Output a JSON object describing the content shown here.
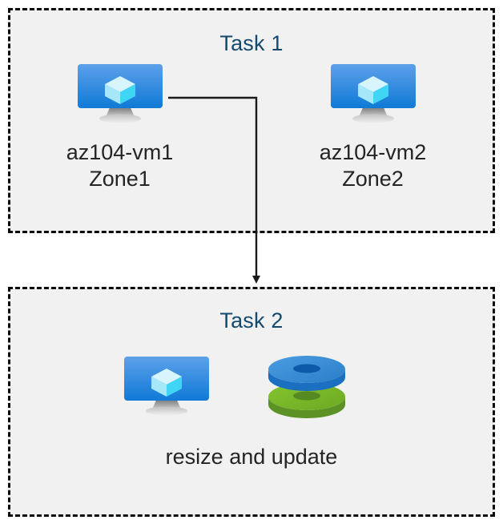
{
  "diagram": {
    "title": "",
    "background_color": "#ffffff",
    "group_fill_color": "#f1f1f1",
    "group_border_color": "#0a0a0a",
    "title_color": "#13496f",
    "label_color": "#242424",
    "connector_color": "#1a1a1a"
  },
  "groups": [
    {
      "id": "task1",
      "title": "Task 1",
      "nodes": [
        {
          "id": "vm1",
          "icon": "azure-virtual-machine-icon",
          "caption": "az104-vm1\nZone1",
          "name": "az104-vm1",
          "zone": "Zone1"
        },
        {
          "id": "vm2",
          "icon": "azure-virtual-machine-icon",
          "caption": "az104-vm2\nZone2",
          "name": "az104-vm2",
          "zone": "Zone2"
        }
      ]
    },
    {
      "id": "task2",
      "title": "Task 2",
      "nodes": [
        {
          "id": "vm-resize",
          "icon": "azure-virtual-machine-icon",
          "caption": "",
          "name": "virtual machine"
        },
        {
          "id": "disks",
          "icon": "azure-disks-icon",
          "caption": "",
          "name": "managed disks"
        }
      ],
      "caption": "resize and update"
    }
  ],
  "connector": {
    "from": "vm1",
    "to": "task2",
    "style": "elbow-arrow",
    "arrowhead": "filled-triangle"
  },
  "icon_colors": {
    "vm_screen_top": "#5ea0ea",
    "vm_screen_bottom": "#0f7ad6",
    "vm_cube_light": "#c8f1fb",
    "vm_cube_cyan": "#3fd5f5",
    "vm_stand": "#a8a8a8",
    "disk_blue_top": "#3a8fd8",
    "disk_blue_side": "#1a6fc0",
    "disk_blue_hole": "#0d5ba8",
    "disk_green_top": "#7ab929",
    "disk_green_side": "#5c9225",
    "disk_green_hole": "#538820"
  }
}
